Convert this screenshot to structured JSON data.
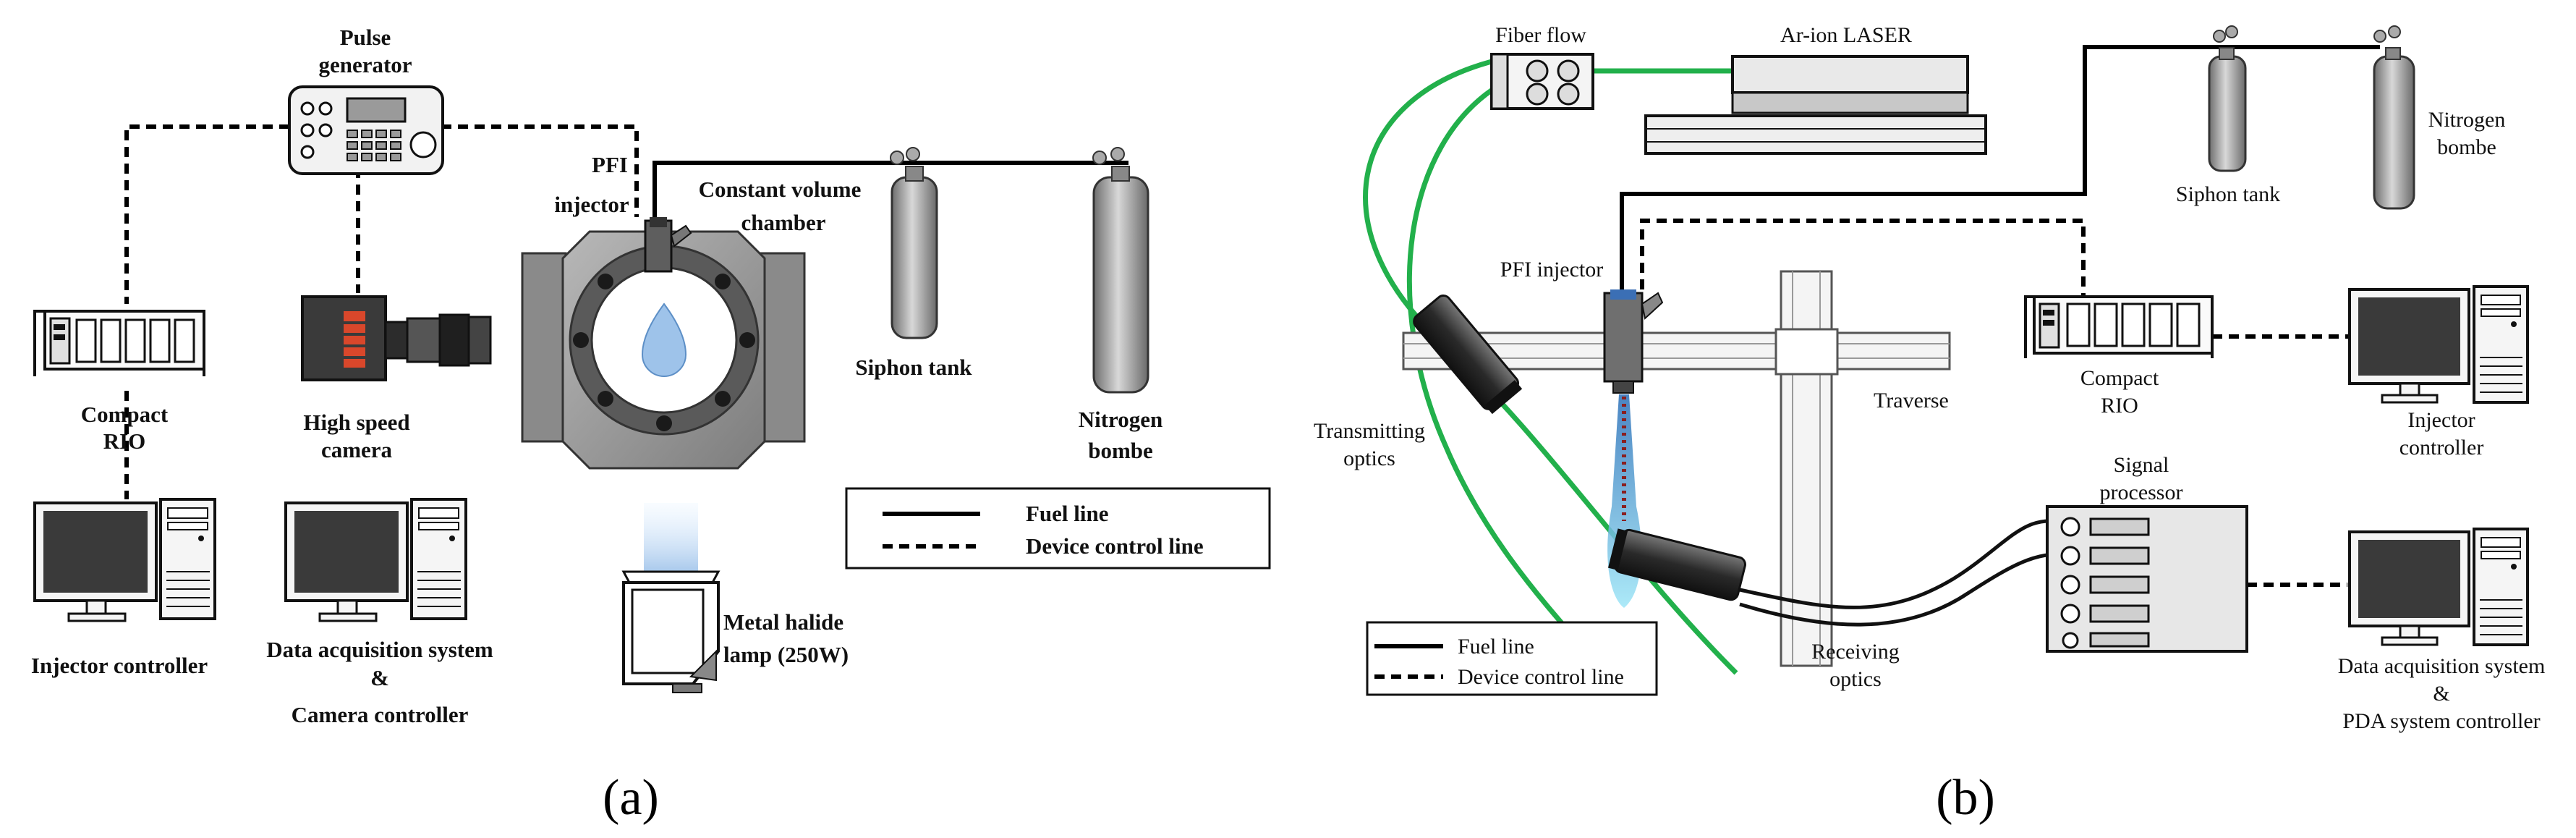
{
  "panel_a": {
    "caption": "(a)",
    "pulse_generator": [
      "Pulse",
      "generator"
    ],
    "compact_rio": [
      "Compact",
      "RIO"
    ],
    "high_speed_camera": [
      "High speed",
      "camera"
    ],
    "pfi_injector": [
      "PFI",
      "injector"
    ],
    "constant_volume_chamber": [
      "Constant volume",
      "chamber"
    ],
    "siphon_tank": "Siphon tank",
    "nitrogen_bombe": [
      "Nitrogen",
      "bombe"
    ],
    "injector_controller": "Injector controller",
    "data_acquisition": [
      "Data acquisition system",
      "&",
      "Camera controller"
    ],
    "metal_halide_lamp": [
      "Metal halide",
      "lamp (250W)"
    ],
    "legend": {
      "fuel_line": "Fuel line",
      "device_control_line": "Device control line"
    }
  },
  "panel_b": {
    "caption": "(b)",
    "fiber_flow": "Fiber flow",
    "ar_ion_laser": "Ar-ion LASER",
    "siphon_tank": "Siphon tank",
    "nitrogen_bombe": [
      "Nitrogen",
      "bombe"
    ],
    "pfi_injector": "PFI injector",
    "compact_rio": [
      "Compact",
      "RIO"
    ],
    "injector_controller": [
      "Injector",
      "controller"
    ],
    "traverse": "Traverse",
    "transmitting_optics": [
      "Transmitting",
      "optics"
    ],
    "signal_processor": [
      "Signal",
      "processor"
    ],
    "receiving_optics": [
      "Receiving",
      "optics"
    ],
    "data_acquisition": [
      "Data acquisition system",
      "&",
      "PDA system controller"
    ],
    "legend": {
      "fuel_line": "Fuel line",
      "device_control_line": "Device control line"
    }
  },
  "colors": {
    "fuel_line": "#000000",
    "device_line": "#000000",
    "laser_beam": "#22b04b",
    "spray": "#7fd4ee",
    "metal_gray": "#8c8c8c",
    "screen": "#3a3a3a"
  }
}
